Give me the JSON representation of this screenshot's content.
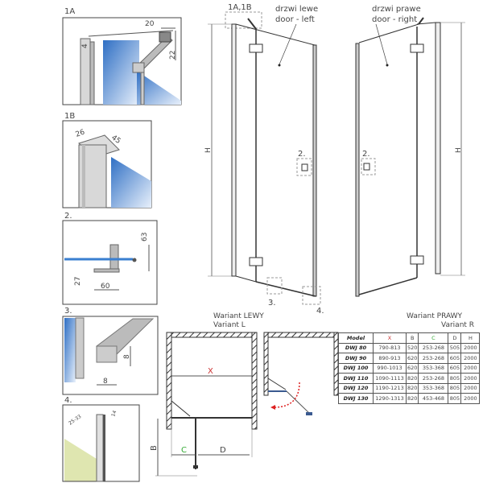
{
  "details": {
    "d1a": {
      "label": "1A",
      "dims": [
        "20",
        "4",
        "22"
      ]
    },
    "d1b": {
      "label": "1B",
      "dims": [
        "26",
        "45"
      ]
    },
    "d2": {
      "label": "2.",
      "dims": [
        "63",
        "27",
        "60"
      ]
    },
    "d3": {
      "label": "3.",
      "dims": [
        "8",
        "8"
      ]
    },
    "d4": {
      "label": "4.",
      "dims": [
        "25-33",
        "14"
      ]
    }
  },
  "elevation": {
    "ref_1a1b": "1A,1B",
    "left_pl": "drzwi lewe",
    "left_en": "door - left",
    "right_pl": "drzwi prawe",
    "right_en": "door - right",
    "height": "H",
    "ref2": "2.",
    "ref3": "3.",
    "ref4": "4."
  },
  "plan": {
    "left_variant_pl": "Wariant LEWY",
    "left_variant_en": "Variant L",
    "right_variant_pl": "Wariant PRAWY",
    "right_variant_en": "Variant R",
    "x": "X",
    "b": "B",
    "c": "C",
    "d": "D"
  },
  "colors": {
    "x": "#cc3333",
    "c": "#33aa33",
    "glass": "#3a7fd0",
    "swing": "#dd2222"
  },
  "table": {
    "headers": [
      "Model",
      "X",
      "B",
      "C",
      "D",
      "H"
    ],
    "rows": [
      [
        "DWJ 80",
        "790-813",
        "520",
        "253-268",
        "505",
        "2000"
      ],
      [
        "DWJ 90",
        "890-913",
        "620",
        "253-268",
        "605",
        "2000"
      ],
      [
        "DWJ 100",
        "990-1013",
        "620",
        "353-368",
        "605",
        "2000"
      ],
      [
        "DWJ 110",
        "1090-1113",
        "820",
        "253-268",
        "805",
        "2000"
      ],
      [
        "DWJ 120",
        "1190-1213",
        "820",
        "353-368",
        "805",
        "2000"
      ],
      [
        "DWJ 130",
        "1290-1313",
        "820",
        "453-468",
        "805",
        "2000"
      ]
    ]
  }
}
